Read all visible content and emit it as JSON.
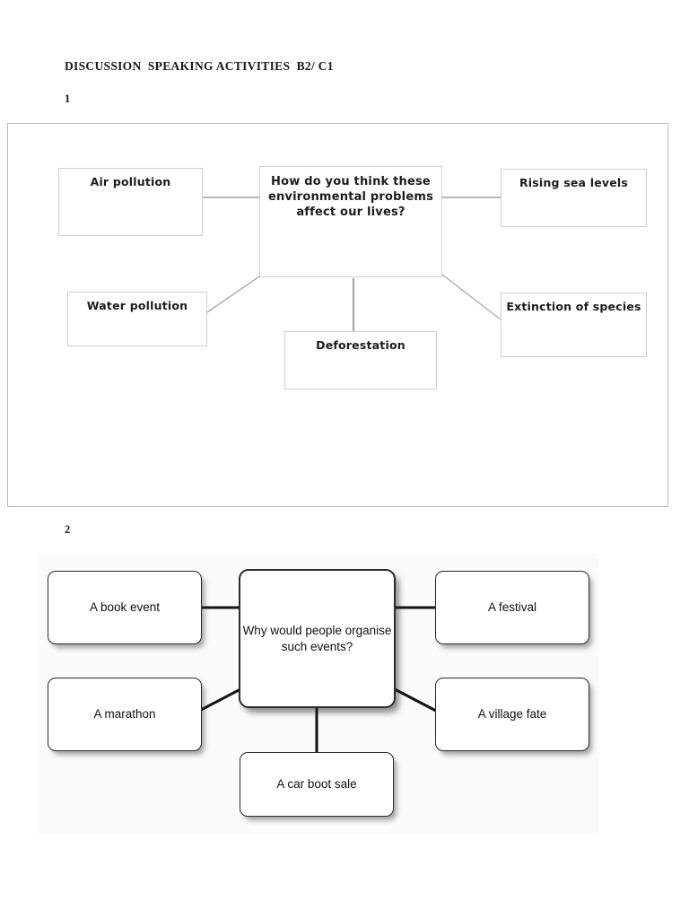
{
  "document": {
    "title": "DISCUSSION  SPEAKING ACTIVITIES  B2/ C1"
  },
  "sections": [
    {
      "number": "1"
    },
    {
      "number": "2"
    }
  ],
  "diagram_1": {
    "type": "mind-map",
    "center": {
      "label": "How do you think these environmental problems affect our lives?"
    },
    "nodes": [
      {
        "label": "Air pollution"
      },
      {
        "label": "Rising sea levels"
      },
      {
        "label": "Water pollution"
      },
      {
        "label": "Extinction of species"
      },
      {
        "label": "Deforestation"
      }
    ]
  },
  "diagram_2": {
    "type": "mind-map",
    "center": {
      "label": "Why would people organise such events?"
    },
    "nodes": [
      {
        "label": "A book event"
      },
      {
        "label": "A festival"
      },
      {
        "label": "A marathon"
      },
      {
        "label": "A village fate"
      },
      {
        "label": "A car boot sale"
      }
    ]
  }
}
